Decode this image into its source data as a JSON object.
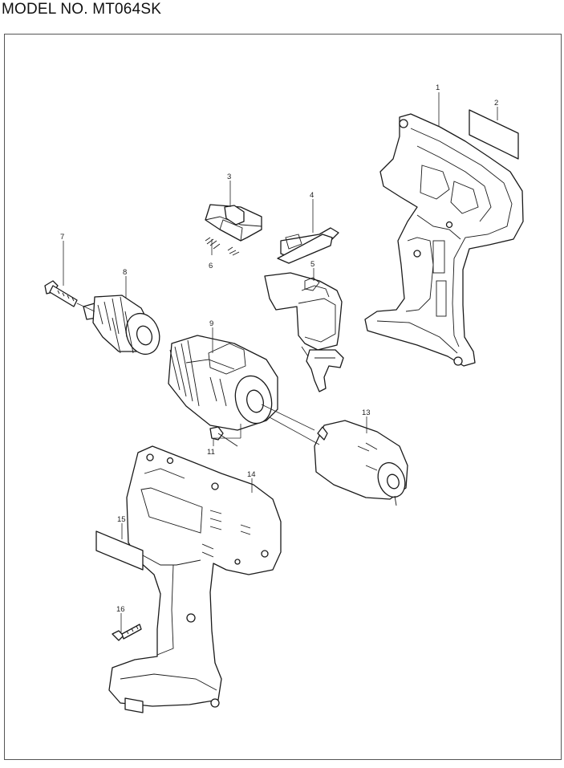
{
  "header": {
    "title": "MODEL NO. MT064SK"
  },
  "callouts": [
    {
      "id": "c1",
      "label": "1"
    },
    {
      "id": "c2",
      "label": "2"
    },
    {
      "id": "c3",
      "label": "3"
    },
    {
      "id": "c4",
      "label": "4"
    },
    {
      "id": "c5",
      "label": "5"
    },
    {
      "id": "c6",
      "label": "6"
    },
    {
      "id": "c7",
      "label": "7"
    },
    {
      "id": "c8",
      "label": "8"
    },
    {
      "id": "c9",
      "label": "9"
    },
    {
      "id": "c11",
      "label": "11"
    },
    {
      "id": "c13",
      "label": "13"
    },
    {
      "id": "c14",
      "label": "14"
    },
    {
      "id": "c15",
      "label": "15"
    },
    {
      "id": "c16",
      "label": "16"
    }
  ]
}
